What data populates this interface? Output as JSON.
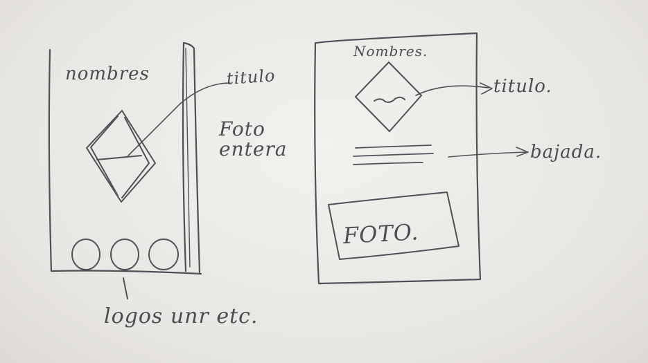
{
  "left_sketch": {
    "header_label": "nombres",
    "title_note": "titulo",
    "photo_note": "Foto\nentera",
    "logos_note": "logos unr etc."
  },
  "right_sketch": {
    "header_label": "Nombres.",
    "title_note": "titulo.",
    "subtitle_note": "bajada.",
    "photo_label": "FOTO."
  },
  "colors": {
    "pencil": "#4a4c52",
    "paper": "#efeeeb"
  }
}
